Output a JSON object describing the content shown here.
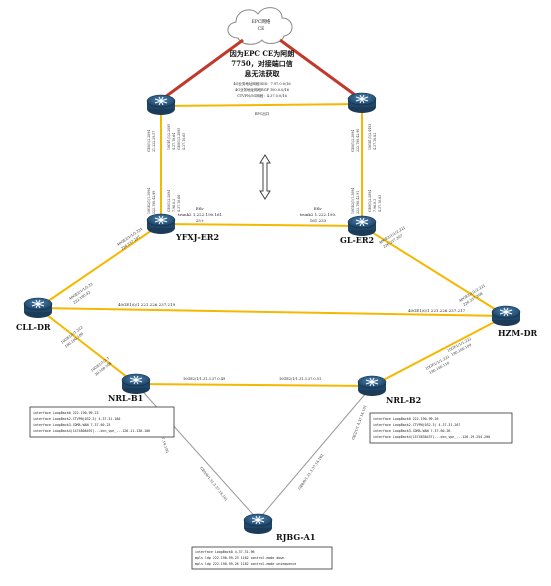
{
  "cloud": {
    "line1": "EPC网络",
    "line2": "CE"
  },
  "note": {
    "title1": "因为EPC CE为阿朗",
    "title2": "7750，对接端口信",
    "title3": "息无法获取",
    "l1": "4G业务地址网段ISIS：7.97.0.0/16",
    "l2": "4G业务地址网段BGP 100.0.0/16",
    "l3": "CTVPN/5G网段：4.37.0.0/16"
  },
  "vlabels": {
    "top_left_a": "GE0/1/2.2094",
    "top_left_b": "21.222.29.57",
    "top_left_c": "10GE1/1/2.2095",
    "top_left_d": "4.37.10.64",
    "top_left_e": "GE0/1/2.2095",
    "top_left_f": "4.37.10.65",
    "top_right_a": "GE0/1/2.2094",
    "top_right_b": "222.190.42.90",
    "top_right_c": "10GE1/1/2.4493",
    "top_right_d": "4.37.10.82",
    "mid_left_a": "10GE2/1/1.3094",
    "mid_left_b": "222.190.42.89",
    "mid_left_c": "GE0/1/2.2094",
    "mid_left_d": "7.96.0.2",
    "mid_left_e": "4.37.10.66",
    "mid_right_a": "10GE2/1/1.3094",
    "mid_right_b": "222.190.42.91",
    "mid_right_c": "GE0/1/2.2094",
    "mid_right_d": "7.96.0.3",
    "mid_right_e": "4.37.10.83"
  },
  "mid_link": "EPC出口",
  "routers": {
    "yfxj": "YFXJ-ER2",
    "gl": "GL-ER2",
    "cll": "CLL-DR",
    "hzm": "HZM-DR",
    "nrlb1": "NRL-B1",
    "nrlb2": "NRL-B2",
    "rjbg": "RJBG-A1"
  },
  "eth_trunk": {
    "left_1": "Eth-",
    "left_2": "trunk2 1.222.190.161",
    "left_3": "25+",
    "right_1": "Eth-",
    "right_2": "trunk2 1.222.190.",
    "right_3": "161.233"
  },
  "diag_labels": {
    "yfxj_cll_a": "40GE2/1/1/2.22",
    "yfxj_cll_b": "222.190.42",
    "yfxj_cll_c": "40GE2/1/1/2.221",
    "yfxj_cll_d": "226.237.207",
    "gl_hzm_a": "40GE2/1/1/2.221",
    "gl_hzm_b": "226.237.207",
    "gl_hzm_c": "40GE2/1/1/2.221",
    "gl_hzm_d": "226.237.208"
  },
  "dr_link": {
    "left": "40GE1/0/1 221.226.237.219",
    "right": "40GE1/0/1 221.226.237.217"
  },
  "lower_labels": {
    "cll_nrl_a": "10GE1/1/1.222",
    "cll_nrl_b": "180.100.108",
    "cll_nrl_c": "10GE1/1/2.1",
    "cll_nrl_d": "30.100.108",
    "hzm_nrl_a": "10GE1/1/1.222",
    "hzm_nrl_b": "180.100.109",
    "hzm_nrl_c": "10GE1/1/1.222",
    "hzm_nrl_d": "180.100.110",
    "b1_b2_left": "10GE2/1/1.31.3.37.0.49",
    "b1_b2_right": "10GE2/1/1.31.3.37.0.51",
    "b1_rj_a": "GE2/1/1.4.37.14.100",
    "b1_rj_b": "GE0/0/1.31.3.37.14.101",
    "b2_rj_a": "GE2/1/1.4.37.14.101",
    "b2_rj_b": "GE0/0/1.31.3.37.14.102"
  },
  "cfg_left": [
    "interface LoopBack0 222.190.99.23",
    "interface LoopBack2-CTVPN(032.3) 4.37.31.180",
    "interface LoopBack3-CDMA-WAN 7.37.60.23",
    "interface LoopBack4(1474808497)...dcn_vpn_...126.11.130.106"
  ],
  "cfg_right": [
    "interface LoopBack0 222.190.99.26",
    "interface LoopBack2-CTVPN(032.3) 4.37.31.267",
    "interface LoopBack3-CDMA-WAN 7.37.60.26",
    "interface LoopBack4(1574838437)...dcn_vpn_...126.19.254.200"
  ],
  "cfg_bottom": [
    "interface LoopBack0 4.37.31.96",
    "mpls ldp 222.190.99.23 1182 control-mode down",
    "mpls ldp 222.190.99.26 1182 control-mode unsequence"
  ],
  "colors": {
    "red_link": "#c0392b",
    "orange_link": "#f5b800",
    "gray_link": "#999999",
    "router_body": "#2c5d87"
  }
}
